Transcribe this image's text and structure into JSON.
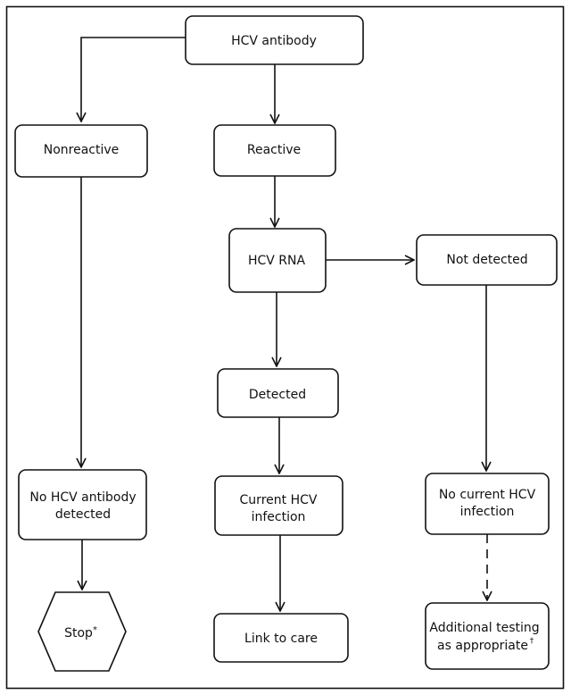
{
  "nodes": {
    "hcv_antibody": "HCV antibody",
    "nonreactive": "Nonreactive",
    "reactive": "Reactive",
    "hcv_rna": "HCV RNA",
    "not_detected": "Not detected",
    "detected": "Detected",
    "no_hcv_antibody": [
      "No HCV antibody",
      "detected"
    ],
    "current_hcv": [
      "Current HCV",
      "infection"
    ],
    "no_current_hcv": [
      "No current HCV",
      "infection"
    ],
    "stop": "Stop",
    "stop_mark": "*",
    "link_to_care": "Link to care",
    "additional_testing": [
      "Additional testing",
      "as appropriate"
    ],
    "additional_mark": "†"
  }
}
